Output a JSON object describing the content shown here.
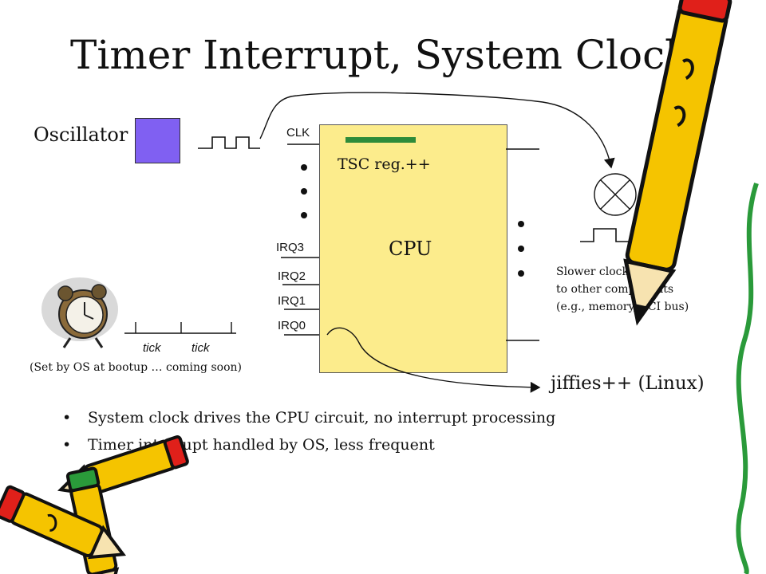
{
  "title": "Timer Interrupt, System Clock",
  "oscillator_label": "Oscillator",
  "clk_label": "CLK",
  "tsc_label": "TSC reg.++",
  "cpu_label": "CPU",
  "irq_labels": [
    "IRQ3",
    "IRQ2",
    "IRQ1",
    "IRQ0"
  ],
  "slower_clocks_lines": [
    "Slower clocks",
    "to other components",
    "(e.g., memory, PCI bus)"
  ],
  "tick_labels": [
    "tick",
    "tick"
  ],
  "bootup_note": "(Set by OS at bootup … coming soon)",
  "jiffies_label": "jiffies++ (Linux)",
  "bullets": [
    "System clock drives the CPU circuit, no interrupt processing",
    "Timer interrupt handled by OS, less frequent"
  ],
  "colors": {
    "cpu_fill": "#fcec8c",
    "tsc_bar": "#2e8b3a",
    "oscillator_fill": "#8060f2",
    "pencil_yellow": "#f5c400",
    "pencil_red": "#e0201a",
    "pencil_green": "#2a9a3a"
  },
  "icons": [
    "alarm-clock-icon",
    "pencil-icon",
    "multiplier-circle-icon"
  ]
}
